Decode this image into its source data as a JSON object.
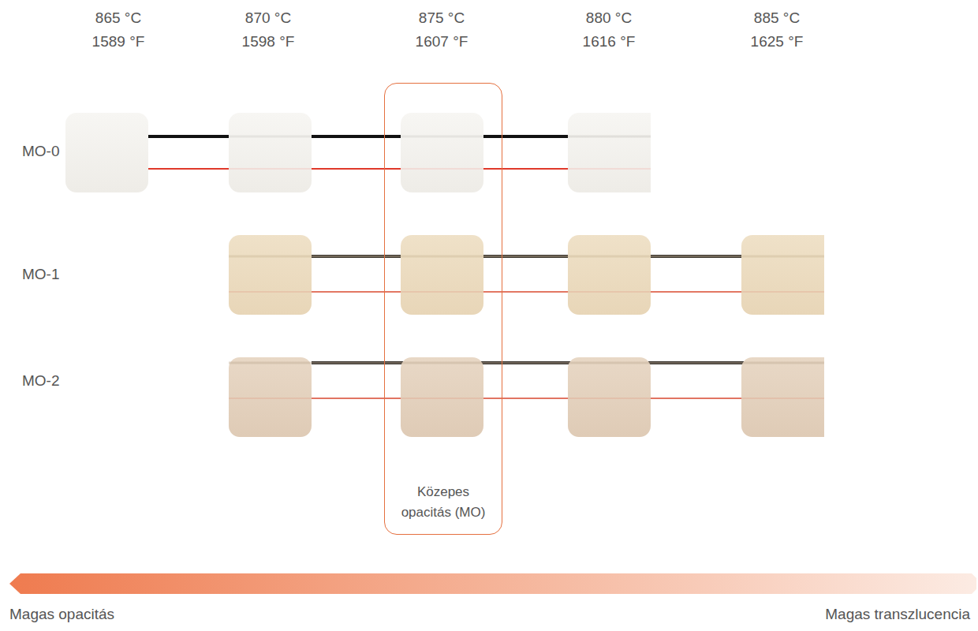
{
  "diagram": {
    "nodes": [
      {
        "text": [
          "Közepes opacitás (MO)"
        ]
      }
    ],
    "labels": [
      "865 °C",
      "1589 °F",
      "870 °C",
      "1598 °F",
      "875 °C",
      "1607 °F",
      "880 °C",
      "1616 °F",
      "885 °C",
      "1625 °F",
      "MO-0",
      "MO-1",
      "MO-2",
      "Magas opacitás",
      "Magas transzlucencia"
    ]
  }
}
